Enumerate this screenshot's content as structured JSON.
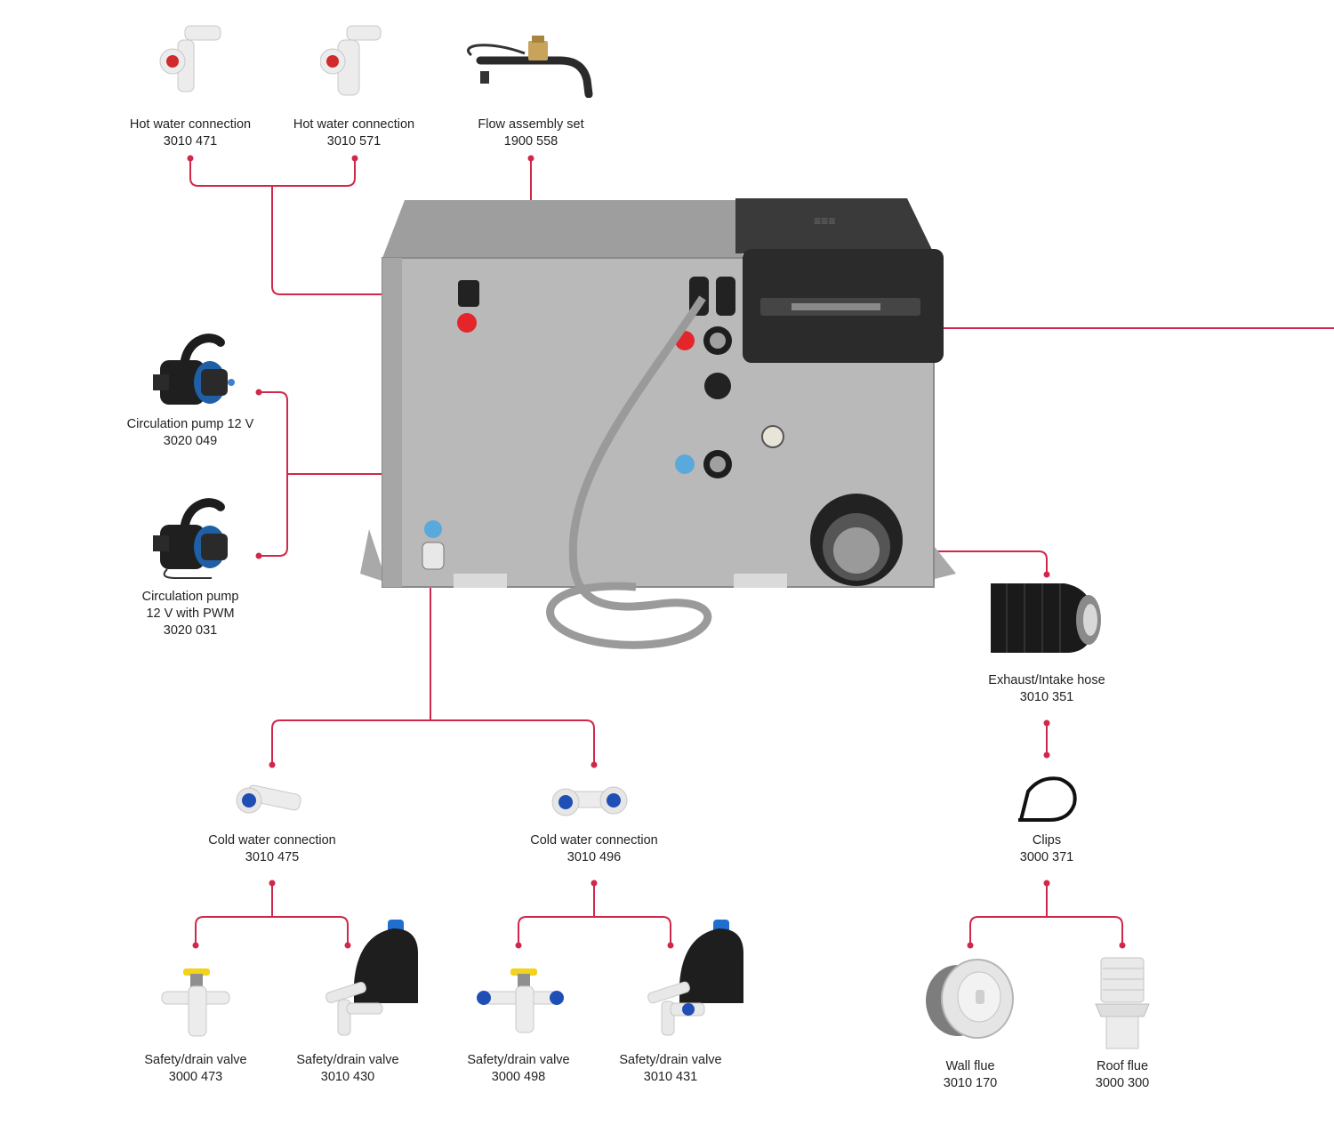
{
  "diagram": {
    "line_color": "#d0284a",
    "heater_color": "#b8b8b8",
    "heater_shadow": "#8f8f8f",
    "burner_color": "#2a2a2a",
    "hot_marker_color": "#e4262a",
    "cold_marker_color": "#5aa9dd",
    "fitting_blue": "#1f4fb5",
    "valve_yellow": "#f1d21c"
  },
  "parts": {
    "hot_water_connection_1": {
      "name": "Hot water connection",
      "number": "3010 471",
      "icon": "elbow-fitting-red-icon"
    },
    "hot_water_connection_2": {
      "name": "Hot water connection",
      "number": "3010 571",
      "icon": "elbow-fitting-red-icon"
    },
    "flow_assembly_set": {
      "name": "Flow assembly set",
      "number": "1900 558",
      "icon": "flow-assembly-icon"
    },
    "circulation_pump_12v": {
      "name": "Circulation pump 12 V",
      "number": "3020 049",
      "icon": "pump-icon"
    },
    "circulation_pump_pwm": {
      "name_line1": "Circulation pump",
      "name_line2": "12 V with PWM",
      "number": "3020 031",
      "icon": "pump-icon"
    },
    "exhaust_intake_hose": {
      "name": "Exhaust/Intake hose",
      "number": "3010 351",
      "icon": "hose-icon"
    },
    "clips": {
      "name": "Clips",
      "number": "3000 371",
      "icon": "clip-icon"
    },
    "cold_water_connection_1": {
      "name": "Cold water connection",
      "number": "3010 475",
      "icon": "elbow-fitting-blue-icon"
    },
    "cold_water_connection_2": {
      "name": "Cold water connection",
      "number": "3010 496",
      "icon": "elbow-fitting-blue-icon"
    },
    "safety_drain_valve_1": {
      "name": "Safety/drain valve",
      "number": "3000 473",
      "icon": "drain-valve-icon"
    },
    "safety_drain_valve_2": {
      "name": "Safety/drain valve",
      "number": "3010 430",
      "icon": "safety-valve-icon"
    },
    "safety_drain_valve_3": {
      "name": "Safety/drain valve",
      "number": "3000 498",
      "icon": "drain-valve-icon"
    },
    "safety_drain_valve_4": {
      "name": "Safety/drain valve",
      "number": "3010 431",
      "icon": "safety-valve-icon"
    },
    "wall_flue": {
      "name": "Wall flue",
      "number": "3010 170",
      "icon": "wall-flue-icon"
    },
    "roof_flue": {
      "name": "Roof flue",
      "number": "3000 300",
      "icon": "roof-flue-icon"
    }
  }
}
